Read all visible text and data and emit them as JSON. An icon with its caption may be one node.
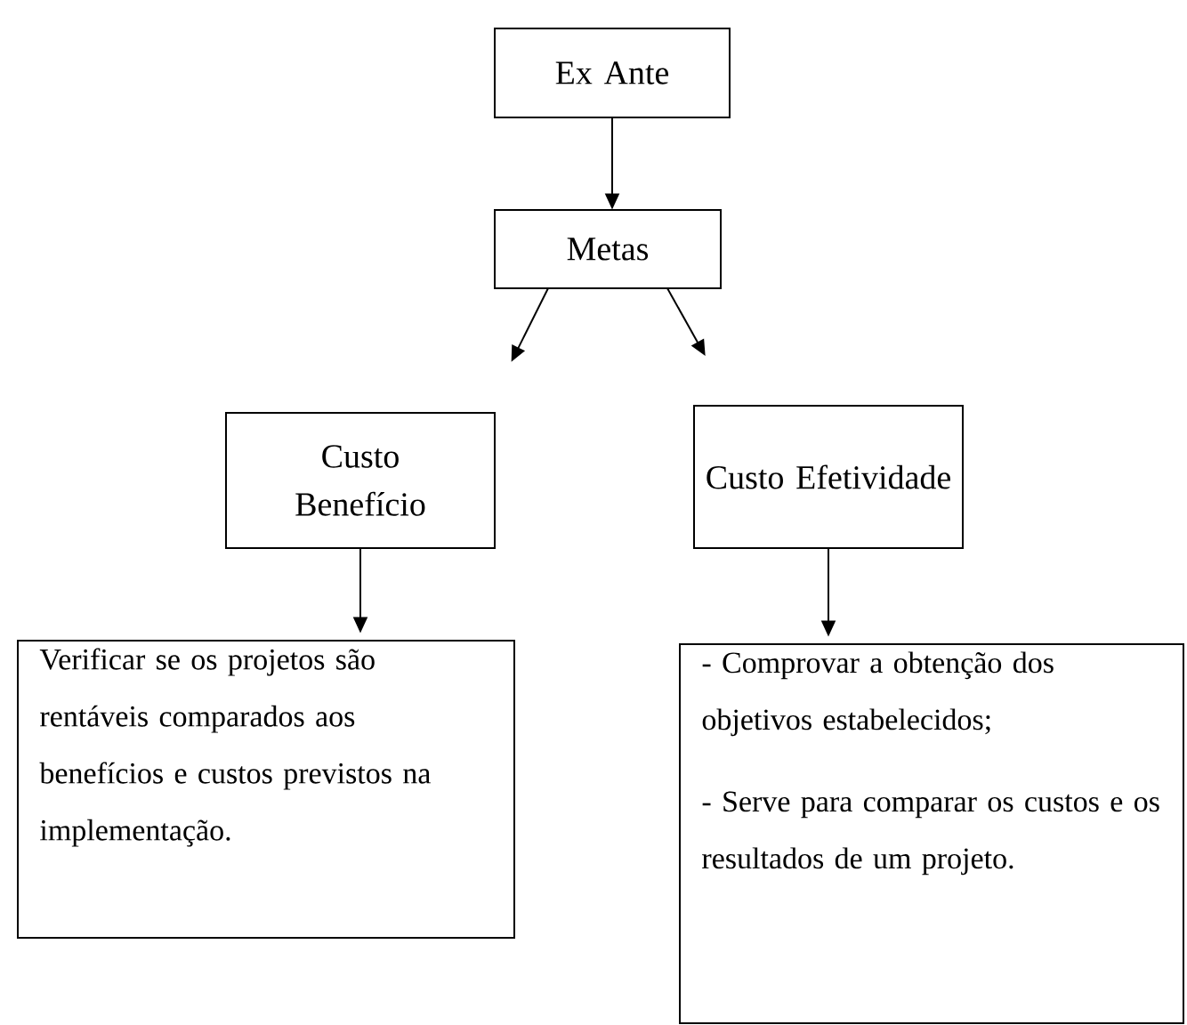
{
  "diagram": {
    "nodes": [
      {
        "text": [
          "Ex Ante"
        ]
      },
      {
        "text": [
          "Metas"
        ]
      },
      {
        "text": [
          "Custo Benefício"
        ]
      },
      {
        "text": [
          "Custo Efetividade"
        ]
      },
      {
        "text": [
          "Verificar se os projetos são rentáveis comparados aos benefícios e custos previstos na implementação."
        ]
      },
      {
        "text": [
          "- Comprovar a obtenção dos objetivos estabelecidos;",
          "- Serve para comparar os custos e os resultados de um projeto."
        ]
      }
    ],
    "edges": [
      {
        "from": 0,
        "to": 1,
        "arrow": "to"
      },
      {
        "from": 1,
        "to": 2,
        "arrow": "to"
      },
      {
        "from": 1,
        "to": 3,
        "arrow": "to"
      },
      {
        "from": 2,
        "to": 4,
        "arrow": "to"
      },
      {
        "from": 3,
        "to": 5,
        "arrow": "to"
      }
    ]
  }
}
